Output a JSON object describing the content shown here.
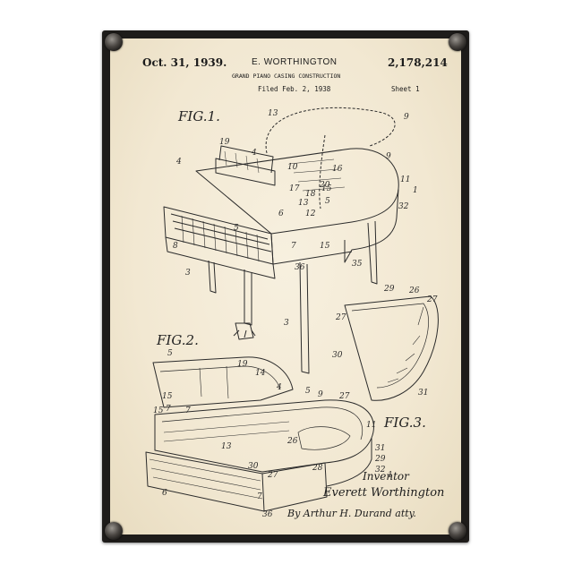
{
  "header": {
    "date": "Oct. 31, 1939.",
    "inventor": "E. WORTHINGTON",
    "patent_number": "2,178,214",
    "subtitle": "GRAND PIANO CASING CONSTRUCTION",
    "filed": "Filed Feb. 2, 1938",
    "sheet": "Sheet 1"
  },
  "figures": {
    "fig1": "FIG.1.",
    "fig2": "FIG.2.",
    "fig3": "FIG.3."
  },
  "labels": [
    "13",
    "9",
    "19",
    "4",
    "9",
    "16",
    "10",
    "17",
    "18",
    "15",
    "5",
    "11",
    "1",
    "4",
    "32",
    "5",
    "6",
    "7",
    "15",
    "8",
    "3",
    "36",
    "35",
    "3",
    "29",
    "26",
    "27",
    "27",
    "30",
    "27",
    "31",
    "5",
    "19",
    "14",
    "4",
    "15",
    "5",
    "9",
    "11",
    "7",
    "15",
    "7",
    "13",
    "26",
    "31",
    "29",
    "32",
    "30",
    "27",
    "28",
    "6",
    "7",
    "36",
    "1",
    "20",
    "13",
    "12"
  ],
  "signature": {
    "inventor_label": "Inventor",
    "inventor_name": "Everett Worthington",
    "attorney": "By Arthur H. Durand atty."
  },
  "colors": {
    "frame": "#1e1c1a",
    "paper": "#f2e8d2",
    "ink": "#222222"
  }
}
